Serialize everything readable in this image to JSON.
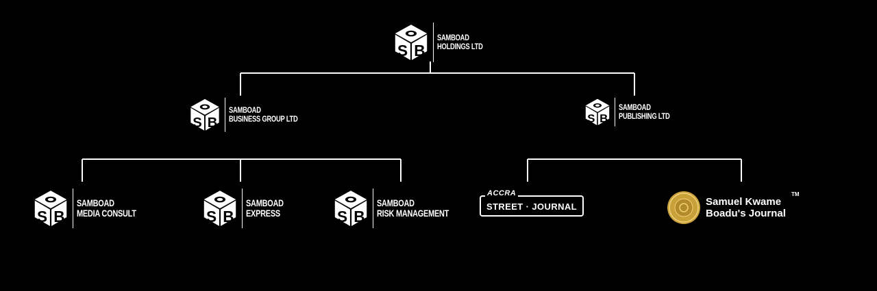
{
  "nodes": {
    "holdings": {
      "line1": "SAMBOAD",
      "line2": "HOLDINGS LTD"
    },
    "business_group": {
      "line1": "SAMBOAD",
      "line2": "BUSINESS GROUP LTD"
    },
    "publishing": {
      "line1": "SAMBOAD",
      "line2": "PUBLISHING LTD"
    },
    "media_consult": {
      "line1": "SAMBOAD",
      "line2": "MEDIA CONSULT"
    },
    "express": {
      "line1": "SAMBOAD",
      "line2": "EXPRESS"
    },
    "risk_management": {
      "line1": "SAMBOAD",
      "line2": "RISK MANAGEMENT"
    },
    "accra_street_journal": {
      "top": "ACCRA",
      "main": "STREET · JOURNAL"
    },
    "skb_journal": {
      "line1": "Samuel Kwame",
      "line2": "Boadu's Journal",
      "tm": "TM"
    }
  },
  "colors": {
    "background": "#000000",
    "foreground": "#ffffff",
    "seal_gold": "#c9a13a"
  },
  "icons": {
    "company_logo": "sb-cube-logo-icon",
    "seal": "gold-seal-icon"
  }
}
